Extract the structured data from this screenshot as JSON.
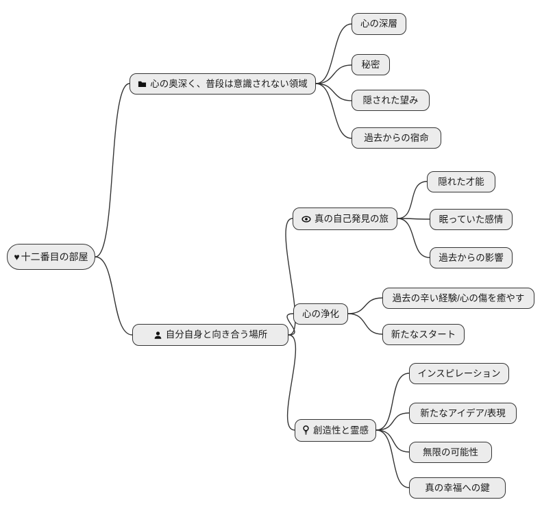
{
  "mindmap": {
    "type": "mindmap",
    "root": {
      "label": "十二番目の部屋",
      "icon": "heart"
    },
    "branches": [
      {
        "label": "心の奥深く、普段は意識されない領域",
        "icon": "folder",
        "children": [
          {
            "label": "心の深層"
          },
          {
            "label": "秘密"
          },
          {
            "label": "隠された望み"
          },
          {
            "label": "過去からの宿命"
          }
        ]
      },
      {
        "label": "自分自身と向き合う場所",
        "icon": "user",
        "children": [
          {
            "label": "真の自己発見の旅",
            "icon": "eye",
            "children": [
              {
                "label": "隠れた才能"
              },
              {
                "label": "眠っていた感情"
              },
              {
                "label": "過去からの影響"
              }
            ]
          },
          {
            "label": "心の浄化",
            "children": [
              {
                "label": "過去の辛い経験/心の傷を癒やす"
              },
              {
                "label": "新たなスタート"
              }
            ]
          },
          {
            "label": "創造性と霊感",
            "icon": "lightbulb",
            "children": [
              {
                "label": "インスピレーション"
              },
              {
                "label": "新たなアイデア/表現"
              },
              {
                "label": "無限の可能性"
              },
              {
                "label": "真の幸福への鍵"
              }
            ]
          }
        ]
      }
    ]
  },
  "icon_glyphs": {
    "heart": "♥"
  },
  "colors": {
    "node_fill": "#ececec",
    "node_border": "#333333",
    "edge": "#333333",
    "text": "#1a1a1a",
    "background": "#ffffff"
  }
}
